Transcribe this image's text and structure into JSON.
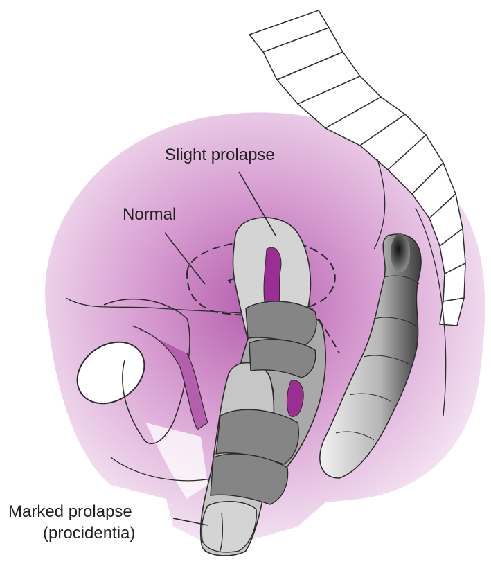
{
  "labels": {
    "slight_prolapse": "Slight prolapse",
    "normal": "Normal",
    "marked_prolapse": "Marked prolapse",
    "marked_prolapse_sub": "(procidentia)"
  },
  "colors": {
    "tissue_light": "#f3def1",
    "tissue_mid": "#d89fd2",
    "tissue_deep": "#b45fad",
    "uterus_light": "#d4d4d4",
    "uterus_mid": "#a9a9a9",
    "uterus_dark": "#858585",
    "lumen": "#9b2e92",
    "outline": "#2b2b2b"
  },
  "icons": [
    "pelvis-outline",
    "sacrum-coccyx",
    "pubic-bone",
    "bladder",
    "rectum",
    "uterus-normal",
    "uterus-slight-prolapse",
    "uterus-marked-prolapse"
  ]
}
